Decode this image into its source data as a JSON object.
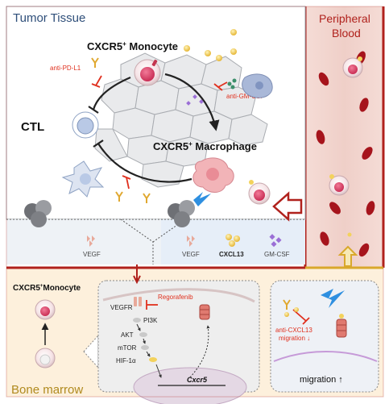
{
  "regions": {
    "tumor_tissue": "Tumor Tissue",
    "peripheral_blood_line1": "Peripheral",
    "peripheral_blood_line2": "Blood",
    "bone_marrow": "Bone marrow"
  },
  "cells": {
    "monocyte_title": "CXCR5",
    "monocyte_sup": "+",
    "monocyte_suffix": " Monocyte",
    "macrophage_title": "CXCR5",
    "macrophage_sup": "+",
    "macrophage_suffix": " Macrophage",
    "ctl": "CTL",
    "bm_monocyte_title": "CXCR5",
    "bm_monocyte_sup": "+",
    "bm_monocyte_suffix": "Monocyte"
  },
  "drugs": {
    "anti_pd_l1": "anti-PD-L1",
    "anti_gm_csf": "anti-GM-CSF",
    "regorafenib": "Regorafenib",
    "anti_cxcl13_line1": "anti-CXCL13",
    "anti_cxcl13_line2": "migration ↓"
  },
  "factors": {
    "vegf_left": "VEGF",
    "vegf_mid": "VEGF",
    "cxcl13": "CXCL13",
    "gm_csf": "GM-CSF"
  },
  "pathway": {
    "vegfr": "VEGFR",
    "pi3k": "PI3K",
    "akt": "AKT",
    "mtor": "mTOR",
    "hif": "HIF-1α",
    "gene": "Cxcr5"
  },
  "migration_label": "migration ↑",
  "colors": {
    "frame_red": "#b0211c",
    "drug_red": "#e0301e",
    "title_blue": "#2f4f7a",
    "bone_marrow_text": "#b08a1e",
    "blood_bg": "#f2d6d0",
    "tissue_bg": "#ffffff",
    "bm_bg": "#fdf0dc",
    "interstitial_bg": "#eef2f6",
    "interstitial_blue_bg": "#e6eef8",
    "rbc": "#a6141c",
    "monocyte_core": "#e0456a",
    "macrophage": "#f2b4b8",
    "ctl": "#b9c9e6",
    "lightning": "#2e8fe0",
    "yellow_dot": "#f3d25c",
    "purple_dot": "#9b6fd6"
  }
}
